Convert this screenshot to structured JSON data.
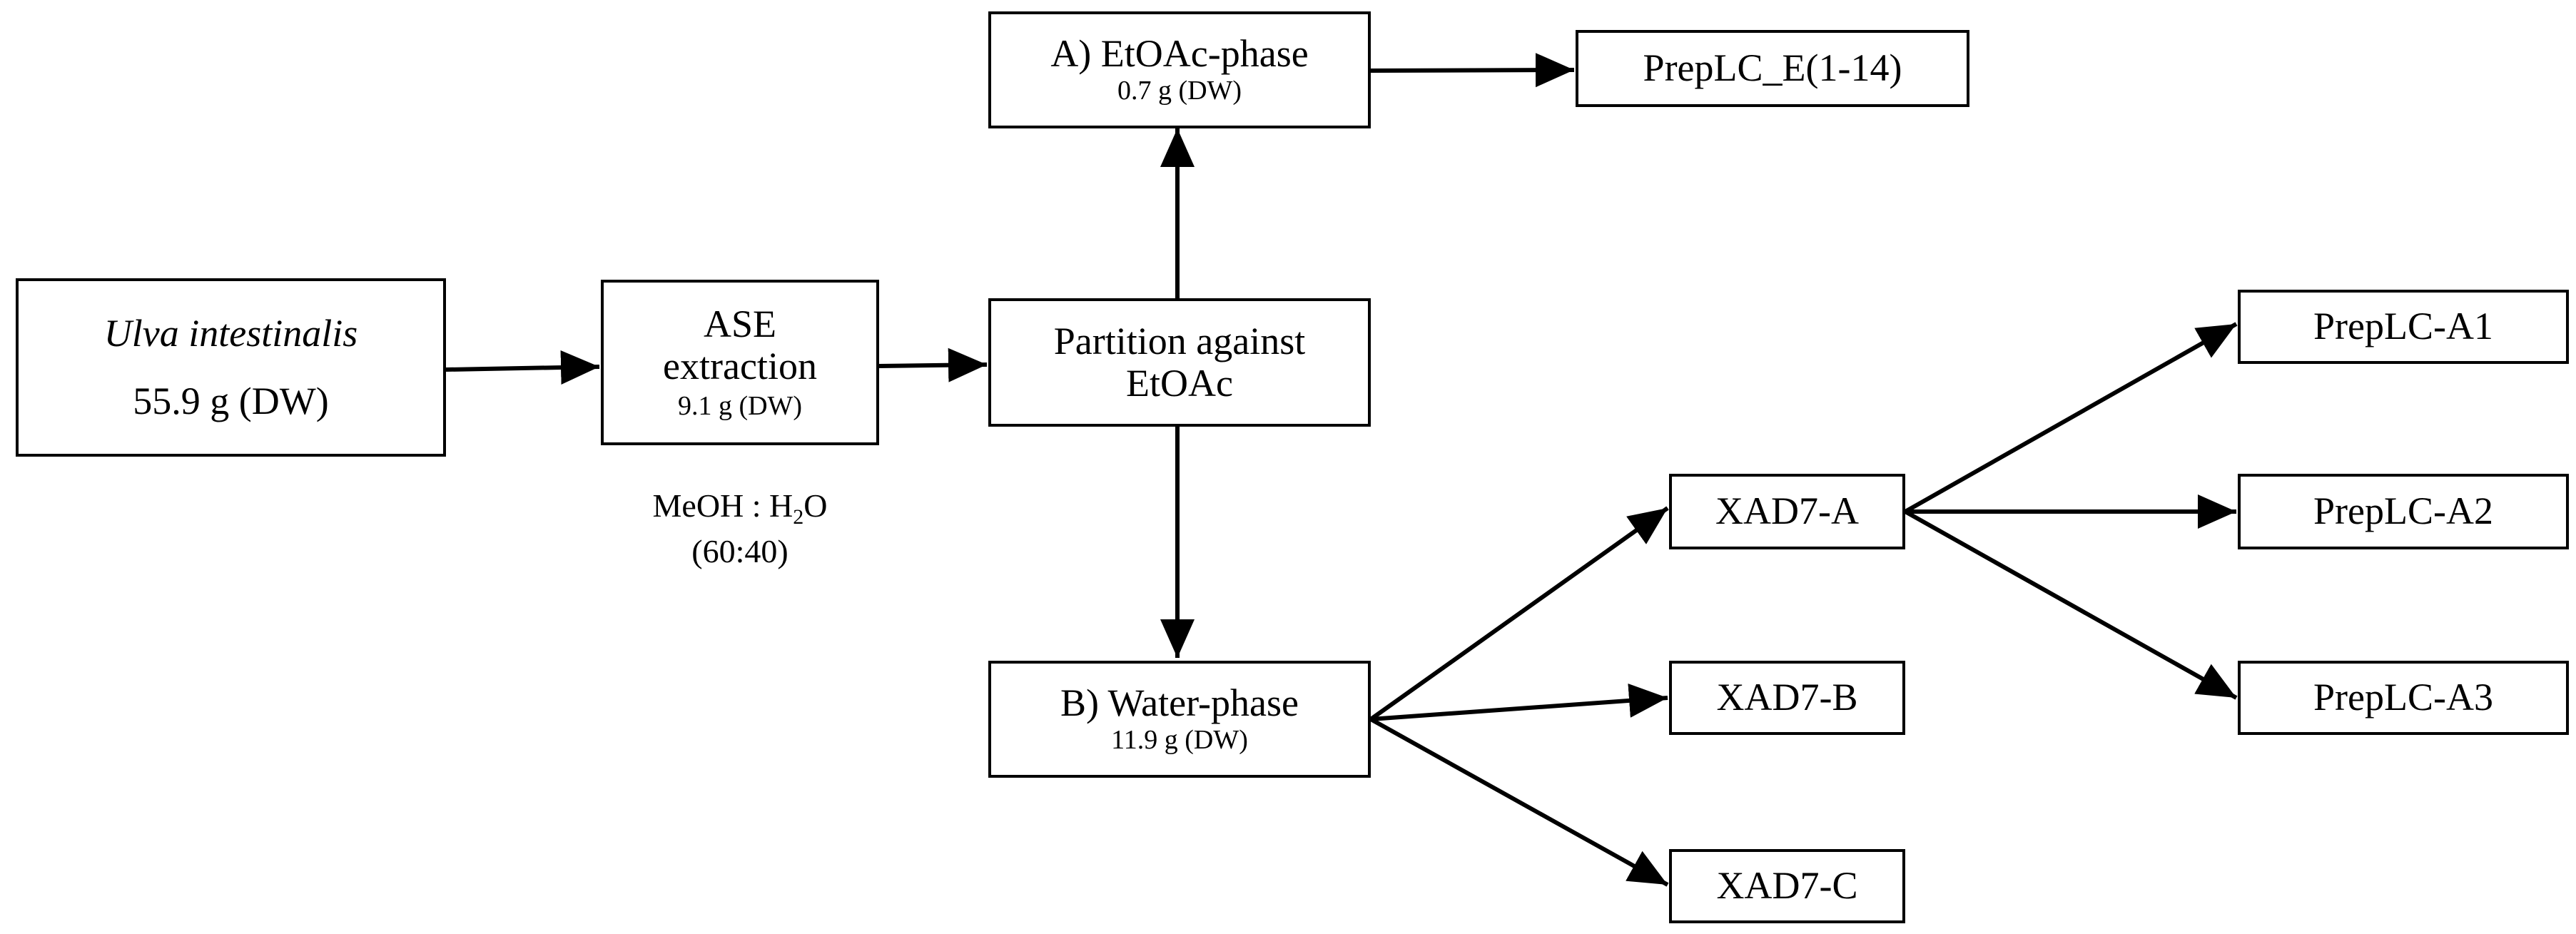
{
  "nodes": {
    "ulva": {
      "title": "Ulva intestinalis",
      "subtitle": "55.9 g (DW)"
    },
    "ase": {
      "line1": "ASE",
      "line2": "extraction",
      "subtitle": "9.1 g (DW)"
    },
    "ase_note": {
      "line1_pre": "MeOH : H",
      "line1_sub": "2",
      "line1_post": "O",
      "line2": "(60:40)"
    },
    "partition": {
      "line1": "Partition against",
      "line2": "EtOAc"
    },
    "etoac": {
      "title": "A) EtOAc-phase",
      "subtitle": "0.7 g (DW)"
    },
    "preplc_e": {
      "title": "PrepLC_E(1-14)"
    },
    "water": {
      "title": "B) Water-phase",
      "subtitle": "11.9 g (DW)"
    },
    "xad7_a": {
      "title": "XAD7-A"
    },
    "xad7_b": {
      "title": "XAD7-B"
    },
    "xad7_c": {
      "title": "XAD7-C"
    },
    "preplc_a1": {
      "title": "PrepLC-A1"
    },
    "preplc_a2": {
      "title": "PrepLC-A2"
    },
    "preplc_a3": {
      "title": "PrepLC-A3"
    }
  }
}
